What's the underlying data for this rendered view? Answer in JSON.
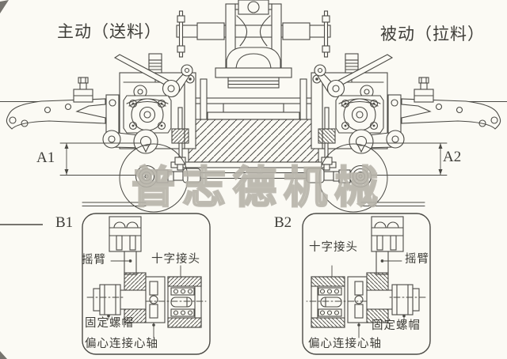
{
  "header": {
    "left_label": "主动（送料）",
    "right_label": "被动（拉料）"
  },
  "dimensions": {
    "left": "A1",
    "right": "A2"
  },
  "watermark": {
    "text": "普志德机械"
  },
  "details": {
    "b1": {
      "label": "B1",
      "callouts": {
        "rocker_arm": "摇臂",
        "cross_joint": "十字接头",
        "fixing_nut": "固定螺帽",
        "eccentric_spindle": "偏心连接心轴"
      }
    },
    "b2": {
      "label": "B2",
      "callouts": {
        "cross_joint": "十字接头",
        "rocker_arm": "摇臂",
        "fixing_nut": "固定螺帽",
        "eccentric_spindle": "偏心连接心轴"
      }
    }
  },
  "colors": {
    "paper": "#fbfaf4",
    "line": "#4b4a45",
    "label_text": "#3e3d38",
    "watermark": "#c6c3ba"
  }
}
